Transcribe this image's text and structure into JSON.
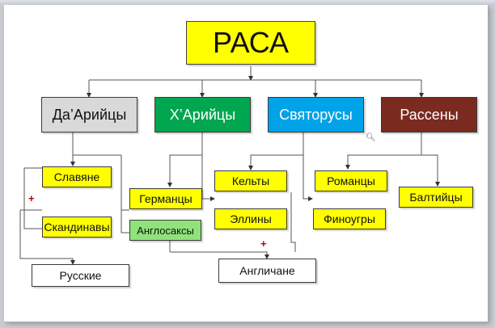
{
  "title": "РАСА",
  "races": [
    {
      "label": "Да’Арийцы",
      "color": "#d9d9d9"
    },
    {
      "label": "Х’Арийцы",
      "color": "#00a650"
    },
    {
      "label": "Святорусы",
      "color": "#00a2e8"
    },
    {
      "label": "Рассены",
      "color": "#7b2a1f"
    }
  ],
  "peoples": {
    "slavyane": "Славяне",
    "skandinavy": "Скандинавы",
    "germantsy": "Германцы",
    "anglosaksy": "Англосаксы",
    "kelty": "Кельты",
    "elliny": "Эллины",
    "romantsy": "Романцы",
    "finougry": "Финоугры",
    "baltiytsy": "Балтийцы"
  },
  "results": {
    "russkie": "Русские",
    "anglichane": "Англичане"
  },
  "plus_signs": [
    "+",
    "+"
  ]
}
